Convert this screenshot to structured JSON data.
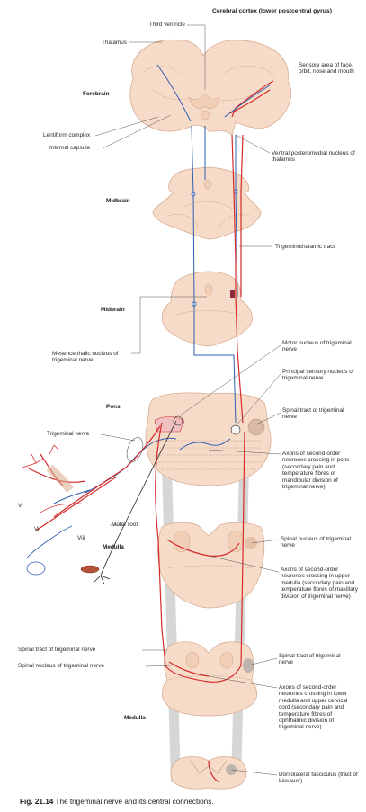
{
  "labels": {
    "cortex_title": "Cerebral cortex (lower postcentral gyrus)",
    "third_ventricle": "Third ventricle",
    "thalamus": "Thalamus",
    "forebrain": "Forebrain",
    "sensory_area": "Sensory area of face, orbit, nose and mouth",
    "lentiform": "Lentiform complex",
    "internal_capsule": "Internal capsule",
    "vpm": "Ventral posteromedial nucleus of thalamus",
    "midbrain_1": "Midbrain",
    "trigeminothalamic": "Trigeminothalamic tract",
    "midbrain_2": "Midbrain",
    "mesencephalic": "Mesencephalic nucleus of trigeminal nerve",
    "motor_nucleus": "Motor nucleus of trigeminal nerve",
    "principal_sensory": "Principal sensory nucleus of trigeminal nerve",
    "pons": "Pons",
    "spinal_tract_upper": "Spinal tract of trigeminal nerve",
    "trigeminal_nerve": "Trigeminal nerve",
    "axons_pons": "Axons of second-order neurones crossing in pons (secondary pain and temperature fibres of mandibular division of trigeminal nerve)",
    "vi": "Vi",
    "vii": "Vii",
    "viii": "Viii",
    "motor_root": "Motor root",
    "medulla_1": "Medulla",
    "spinal_nucleus_mid": "Spinal nucleus of trigeminal nerve",
    "axons_upper_medulla": "Axons of second-order neurones crossing in upper medulla (secondary pain and temperature fibres of maxillary division of trigeminal nerve)",
    "spinal_tract_left": "Spinal tract of trigeminal nerve",
    "spinal_nucleus_left": "Spinal nucleus of trigeminal nerve",
    "spinal_tract_right": "Spinal tract of trigeminal nerve",
    "medulla_2": "Medulla",
    "axons_lower_medulla": "Axons of second-order neurones crossing in lower medulla and upper cervical cord (secondary pain and temperature fibres of ophthalmic division of trigeminal nerve)",
    "dorsolateral": "Dorsolateral fasciculus (tract of Lissauer)"
  },
  "caption": {
    "figure_number": "Fig. 21.14",
    "text": "The trigeminal nerve and its central connections."
  },
  "colors": {
    "tissue": "#f6dcc8",
    "tissue_outline": "#d9ad92",
    "red_pathway": "#d42a2a",
    "blue_pathway": "#2e5fb0",
    "grey_column": "#c9c9c9"
  }
}
